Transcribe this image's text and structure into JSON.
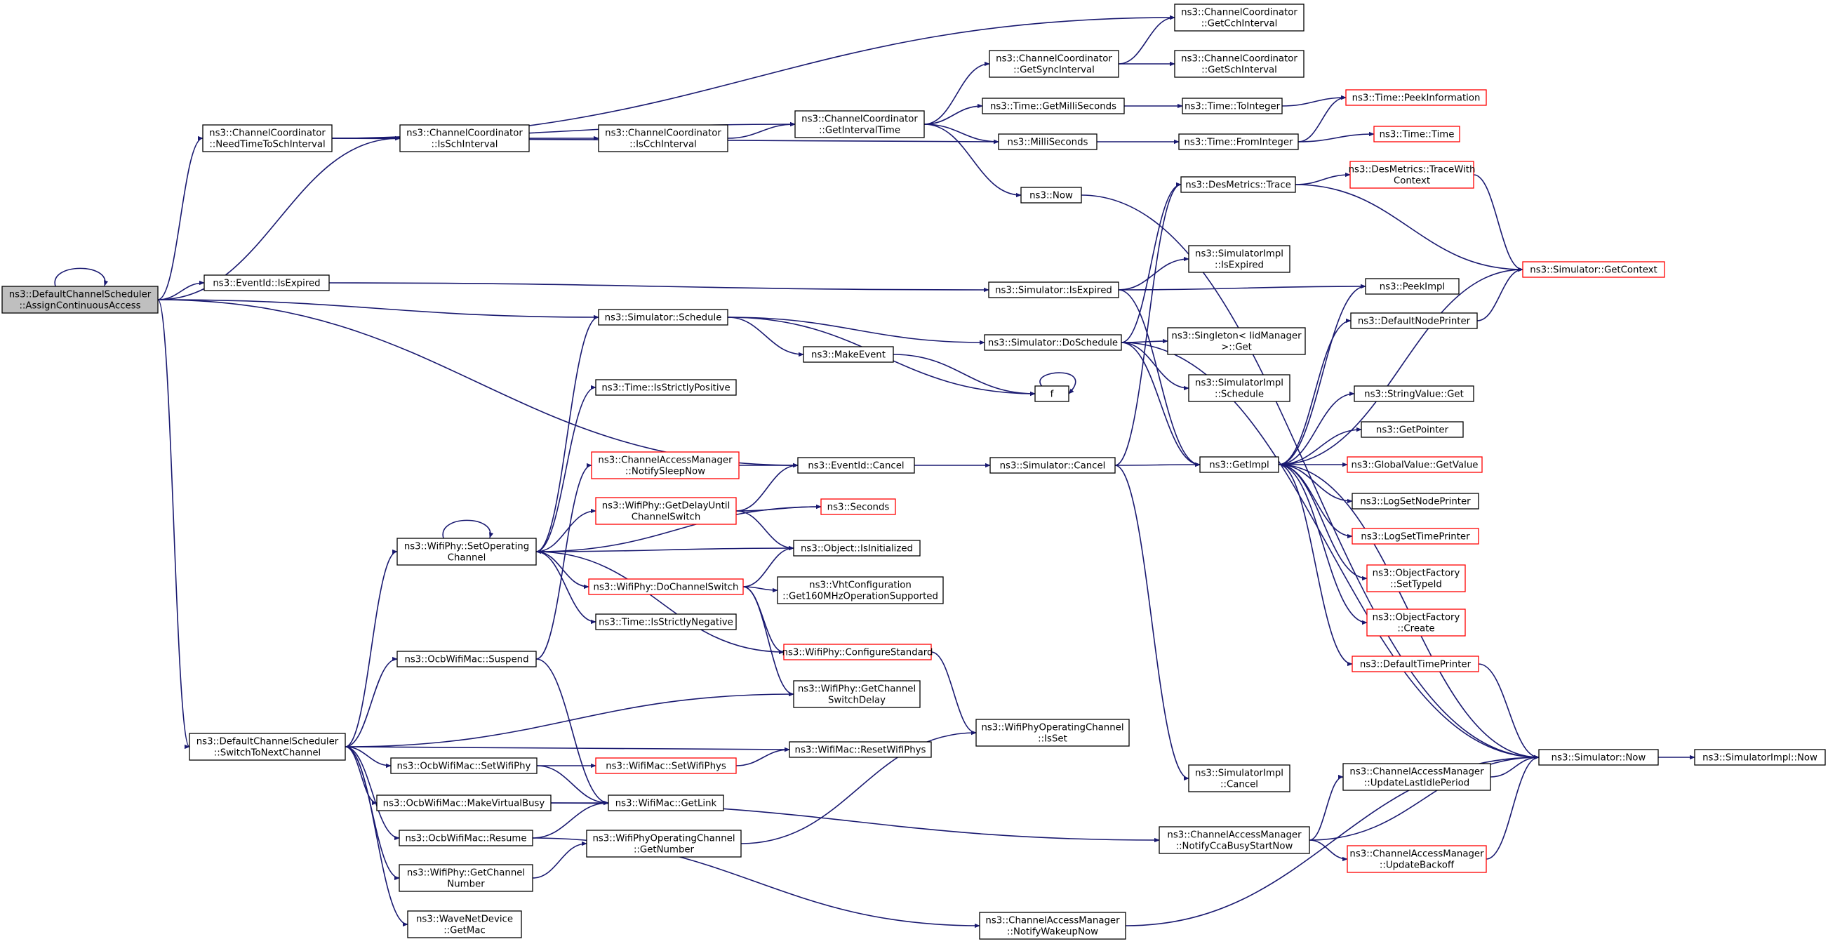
{
  "colors": {
    "edge": "#191970",
    "border_normal": "#000000",
    "border_truncated": "#ff0000",
    "root_fill": "#bfbfbf",
    "node_fill": "#ffffff"
  },
  "nodes": [
    {
      "id": "root",
      "lines": [
        "ns3::DefaultChannelScheduler",
        "::AssignContinuousAccess"
      ],
      "style": "root"
    },
    {
      "id": "needtime",
      "lines": [
        "ns3::ChannelCoordinator",
        "::NeedTimeToSchInterval"
      ],
      "style": "normal"
    },
    {
      "id": "isschint",
      "lines": [
        "ns3::ChannelCoordinator",
        "::IsSchInterval"
      ],
      "style": "normal"
    },
    {
      "id": "iscchint",
      "lines": [
        "ns3::ChannelCoordinator",
        "::IsCchInterval"
      ],
      "style": "normal"
    },
    {
      "id": "getinttime",
      "lines": [
        "ns3::ChannelCoordinator",
        "::GetIntervalTime"
      ],
      "style": "normal"
    },
    {
      "id": "getsyncint",
      "lines": [
        "ns3::ChannelCoordinator",
        "::GetSyncInterval"
      ],
      "style": "normal"
    },
    {
      "id": "getcchint",
      "lines": [
        "ns3::ChannelCoordinator",
        "::GetCchInterval"
      ],
      "style": "normal"
    },
    {
      "id": "getschint",
      "lines": [
        "ns3::ChannelCoordinator",
        "::GetSchInterval"
      ],
      "style": "normal"
    },
    {
      "id": "getmilli",
      "lines": [
        "ns3::Time::GetMilliSeconds"
      ],
      "style": "normal"
    },
    {
      "id": "tointeger",
      "lines": [
        "ns3::Time::ToInteger"
      ],
      "style": "normal"
    },
    {
      "id": "peekinfo",
      "lines": [
        "ns3::Time::PeekInformation"
      ],
      "style": "truncated"
    },
    {
      "id": "millisec",
      "lines": [
        "ns3::MilliSeconds"
      ],
      "style": "normal"
    },
    {
      "id": "frominteger",
      "lines": [
        "ns3::Time::FromInteger"
      ],
      "style": "normal"
    },
    {
      "id": "timetime",
      "lines": [
        "ns3::Time::Time"
      ],
      "style": "truncated"
    },
    {
      "id": "now",
      "lines": [
        "ns3::Now"
      ],
      "style": "normal"
    },
    {
      "id": "desmetricstrace",
      "lines": [
        "ns3::DesMetrics::Trace"
      ],
      "style": "normal"
    },
    {
      "id": "tracewithctx",
      "lines": [
        "ns3::DesMetrics::TraceWith",
        "Context"
      ],
      "style": "truncated"
    },
    {
      "id": "simgetctx",
      "lines": [
        "ns3::Simulator::GetContext"
      ],
      "style": "truncated"
    },
    {
      "id": "eventidisexp",
      "lines": [
        "ns3::EventId::IsExpired"
      ],
      "style": "normal"
    },
    {
      "id": "simisexp",
      "lines": [
        "ns3::Simulator::IsExpired"
      ],
      "style": "normal"
    },
    {
      "id": "simimplisexp",
      "lines": [
        "ns3::SimulatorImpl",
        "::IsExpired"
      ],
      "style": "normal"
    },
    {
      "id": "peekimpl",
      "lines": [
        "ns3::PeekImpl"
      ],
      "style": "normal"
    },
    {
      "id": "simschedule",
      "lines": [
        "ns3::Simulator::Schedule"
      ],
      "style": "normal"
    },
    {
      "id": "makeevent",
      "lines": [
        "ns3::MakeEvent"
      ],
      "style": "normal"
    },
    {
      "id": "fnode",
      "lines": [
        "f"
      ],
      "style": "normal"
    },
    {
      "id": "simdoschedule",
      "lines": [
        "ns3::Simulator::DoSchedule"
      ],
      "style": "normal"
    },
    {
      "id": "singletonget",
      "lines": [
        "ns3::Singleton< IidManager",
        ">::Get"
      ],
      "style": "normal"
    },
    {
      "id": "simimplschedule",
      "lines": [
        "ns3::SimulatorImpl",
        "::Schedule"
      ],
      "style": "normal"
    },
    {
      "id": "defnodeprinter",
      "lines": [
        "ns3::DefaultNodePrinter"
      ],
      "style": "normal"
    },
    {
      "id": "stringvalueget",
      "lines": [
        "ns3::StringValue::Get"
      ],
      "style": "normal"
    },
    {
      "id": "getpointer",
      "lines": [
        "ns3::GetPointer"
      ],
      "style": "normal"
    },
    {
      "id": "getimpl",
      "lines": [
        "ns3::GetImpl"
      ],
      "style": "normal"
    },
    {
      "id": "globalvalueget",
      "lines": [
        "ns3::GlobalValue::GetValue"
      ],
      "style": "truncated"
    },
    {
      "id": "logsetnode",
      "lines": [
        "ns3::LogSetNodePrinter"
      ],
      "style": "normal"
    },
    {
      "id": "logsettime",
      "lines": [
        "ns3::LogSetTimePrinter"
      ],
      "style": "truncated"
    },
    {
      "id": "objfactsettype",
      "lines": [
        "ns3::ObjectFactory",
        "::SetTypeId"
      ],
      "style": "truncated"
    },
    {
      "id": "objfactcreate",
      "lines": [
        "ns3::ObjectFactory",
        "::Create"
      ],
      "style": "truncated"
    },
    {
      "id": "deftimeprinter",
      "lines": [
        "ns3::DefaultTimePrinter"
      ],
      "style": "truncated"
    },
    {
      "id": "timeisstrictpos",
      "lines": [
        "ns3::Time::IsStrictlyPositive"
      ],
      "style": "normal"
    },
    {
      "id": "camnotifysleep",
      "lines": [
        "ns3::ChannelAccessManager",
        "::NotifySleepNow"
      ],
      "style": "truncated"
    },
    {
      "id": "eventidcancel",
      "lines": [
        "ns3::EventId::Cancel"
      ],
      "style": "normal"
    },
    {
      "id": "simcancel",
      "lines": [
        "ns3::Simulator::Cancel"
      ],
      "style": "normal"
    },
    {
      "id": "wifiphydelay",
      "lines": [
        "ns3::WifiPhy::GetDelayUntil",
        "ChannelSwitch"
      ],
      "style": "truncated"
    },
    {
      "id": "seconds",
      "lines": [
        "ns3::Seconds"
      ],
      "style": "truncated"
    },
    {
      "id": "setopchannel",
      "lines": [
        "ns3::WifiPhy::SetOperating",
        "Channel"
      ],
      "style": "normal"
    },
    {
      "id": "objisinit",
      "lines": [
        "ns3::Object::IsInitialized"
      ],
      "style": "normal"
    },
    {
      "id": "dochanswitch",
      "lines": [
        "ns3::WifiPhy::DoChannelSwitch"
      ],
      "style": "truncated"
    },
    {
      "id": "vhtconfig",
      "lines": [
        "ns3::VhtConfiguration",
        "::Get160MHzOperationSupported"
      ],
      "style": "normal"
    },
    {
      "id": "timeisstrictneg",
      "lines": [
        "ns3::Time::IsStrictlyNegative"
      ],
      "style": "normal"
    },
    {
      "id": "configstd",
      "lines": [
        "ns3::WifiPhy::ConfigureStandard"
      ],
      "style": "truncated"
    },
    {
      "id": "ocbsuspend",
      "lines": [
        "ns3::OcbWifiMac::Suspend"
      ],
      "style": "normal"
    },
    {
      "id": "getchanswdelay",
      "lines": [
        "ns3::WifiPhy::GetChannel",
        "SwitchDelay"
      ],
      "style": "normal"
    },
    {
      "id": "switchtonext",
      "lines": [
        "ns3::DefaultChannelScheduler",
        "::SwitchToNextChannel"
      ],
      "style": "normal"
    },
    {
      "id": "wifiopisset",
      "lines": [
        "ns3::WifiPhyOperatingChannel",
        "::IsSet"
      ],
      "style": "normal"
    },
    {
      "id": "resetwifiphys",
      "lines": [
        "ns3::WifiMac::ResetWifiPhys"
      ],
      "style": "normal"
    },
    {
      "id": "ocbsetwifiphy",
      "lines": [
        "ns3::OcbWifiMac::SetWifiPhy"
      ],
      "style": "normal"
    },
    {
      "id": "wifimacsetphys",
      "lines": [
        "ns3::WifiMac::SetWifiPhys"
      ],
      "style": "truncated"
    },
    {
      "id": "simimplcancel",
      "lines": [
        "ns3::SimulatorImpl",
        "::Cancel"
      ],
      "style": "normal"
    },
    {
      "id": "camupdateidle",
      "lines": [
        "ns3::ChannelAccessManager",
        "::UpdateLastIdlePeriod"
      ],
      "style": "normal"
    },
    {
      "id": "simnow",
      "lines": [
        "ns3::Simulator::Now"
      ],
      "style": "normal"
    },
    {
      "id": "simimplnow",
      "lines": [
        "ns3::SimulatorImpl::Now"
      ],
      "style": "normal"
    },
    {
      "id": "ocbmakebusy",
      "lines": [
        "ns3::OcbWifiMac::MakeVirtualBusy"
      ],
      "style": "normal"
    },
    {
      "id": "wifimacgetlink",
      "lines": [
        "ns3::WifiMac::GetLink"
      ],
      "style": "normal"
    },
    {
      "id": "ocbresume",
      "lines": [
        "ns3::OcbWifiMac::Resume"
      ],
      "style": "normal"
    },
    {
      "id": "wifiopgetnum",
      "lines": [
        "ns3::WifiPhyOperatingChannel",
        "::GetNumber"
      ],
      "style": "normal"
    },
    {
      "id": "camnotifycca",
      "lines": [
        "ns3::ChannelAccessManager",
        "::NotifyCcaBusyStartNow"
      ],
      "style": "normal"
    },
    {
      "id": "camupdatebackoff",
      "lines": [
        "ns3::ChannelAccessManager",
        "::UpdateBackoff"
      ],
      "style": "truncated"
    },
    {
      "id": "wifiphygetchnum",
      "lines": [
        "ns3::WifiPhy::GetChannel",
        "Number"
      ],
      "style": "normal"
    },
    {
      "id": "wavegetmac",
      "lines": [
        "ns3::WaveNetDevice",
        "::GetMac"
      ],
      "style": "normal"
    },
    {
      "id": "camnotifywakeup",
      "lines": [
        "ns3::ChannelAccessManager",
        "::NotifyWakeupNow"
      ],
      "style": "normal"
    }
  ]
}
